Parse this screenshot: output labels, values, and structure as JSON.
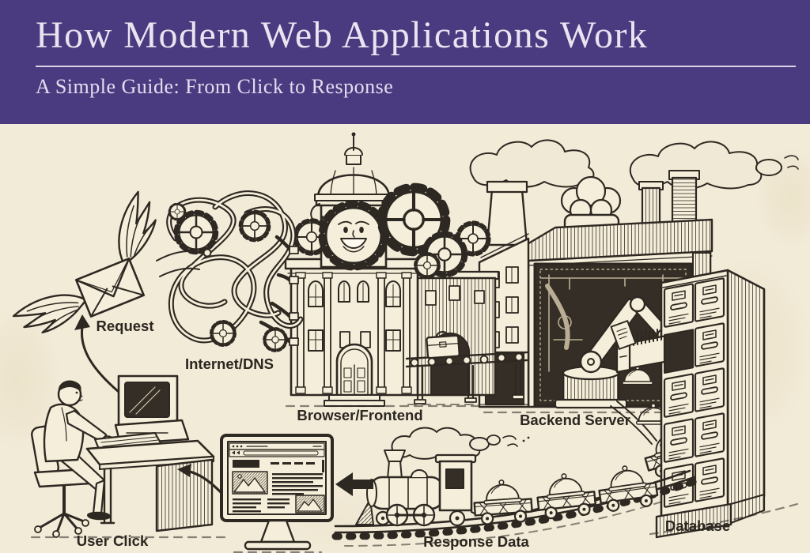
{
  "header": {
    "title": "How Modern Web Applications Work",
    "subtitle": "A Simple Guide: From Click to Response",
    "background_color": "#4a3b80",
    "text_color": "#eae4f1"
  },
  "illustration": {
    "background_color": "#f2ebd8",
    "ink_color": "#2e2822",
    "style": "vintage pen-and-ink engraving",
    "labels": {
      "request": "Request",
      "internet_dns": "Internet/DNS",
      "browser_frontend": "Browser/Frontend",
      "backend_server": "Backend Server",
      "database": "Database",
      "user_click": "User Click",
      "response_data": "Response Data"
    },
    "nodes": [
      {
        "id": "user-click",
        "label": "User Click",
        "depicts": "person typing at a retro computer desk"
      },
      {
        "id": "request",
        "label": "Request",
        "depicts": "winged envelope flying toward the internet"
      },
      {
        "id": "internet-dns",
        "label": "Internet/DNS",
        "depicts": "tangle of cables and gears"
      },
      {
        "id": "browser-frontend",
        "label": "Browser/Frontend",
        "depicts": "ornate building with smiling clock face, dome and gears"
      },
      {
        "id": "backend-server",
        "label": "Backend Server",
        "depicts": "factory with smokestacks, chef-hat chimney and robot arm"
      },
      {
        "id": "database",
        "label": "Database",
        "depicts": "tall filing cabinet with an open drawer of files"
      },
      {
        "id": "response-data",
        "label": "Response Data",
        "depicts": "steam train hauling covered dishes to a monitor"
      }
    ],
    "flow_order": [
      "User Click",
      "Request",
      "Internet/DNS",
      "Browser/Frontend",
      "Backend Server",
      "Database",
      "Response Data"
    ]
  }
}
